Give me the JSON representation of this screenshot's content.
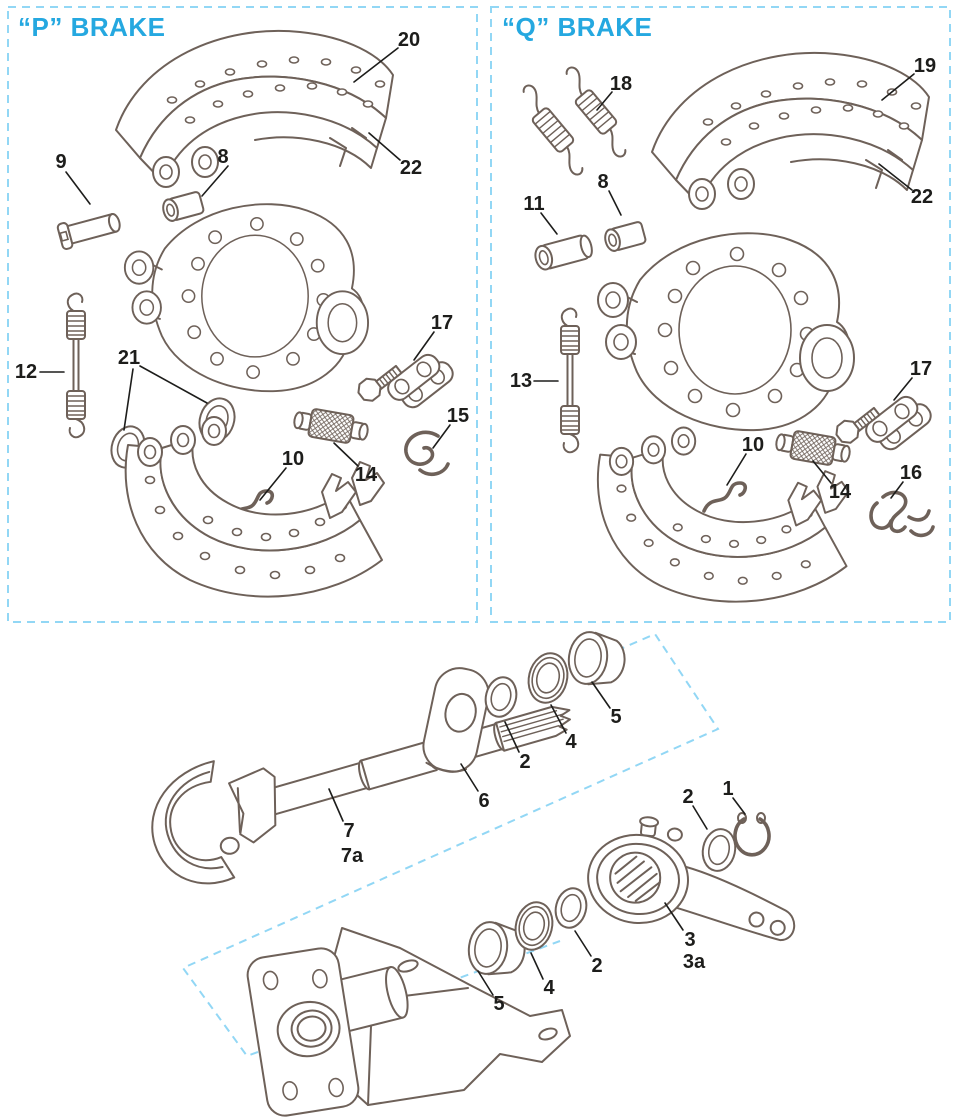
{
  "colors": {
    "accent_blue": "#25a8e0",
    "dash_blue": "#92d7f5",
    "line_brown": "#6e6159",
    "label_dark": "#1d1d1b",
    "background": "#ffffff"
  },
  "panels": {
    "p_brake": {
      "title": "“P” BRAKE"
    },
    "q_brake": {
      "title": "“Q” BRAKE"
    }
  },
  "callouts": [
    {
      "text": "20"
    },
    {
      "text": "22"
    },
    {
      "text": "9"
    },
    {
      "text": "8"
    },
    {
      "text": "12"
    },
    {
      "text": "21"
    },
    {
      "text": "17"
    },
    {
      "text": "14"
    },
    {
      "text": "15"
    },
    {
      "text": "10"
    },
    {
      "text": "18"
    },
    {
      "text": "19"
    },
    {
      "text": "22"
    },
    {
      "text": "11"
    },
    {
      "text": "8"
    },
    {
      "text": "13"
    },
    {
      "text": "17"
    },
    {
      "text": "10"
    },
    {
      "text": "14"
    },
    {
      "text": "16"
    },
    {
      "text": "6"
    },
    {
      "text": "2"
    },
    {
      "text": "4"
    },
    {
      "text": "5"
    },
    {
      "text": "7"
    },
    {
      "text": "7a"
    },
    {
      "text": "2"
    },
    {
      "text": "1"
    },
    {
      "text": "3"
    },
    {
      "text": "3a"
    },
    {
      "text": "2"
    },
    {
      "text": "4"
    },
    {
      "text": "5"
    }
  ]
}
